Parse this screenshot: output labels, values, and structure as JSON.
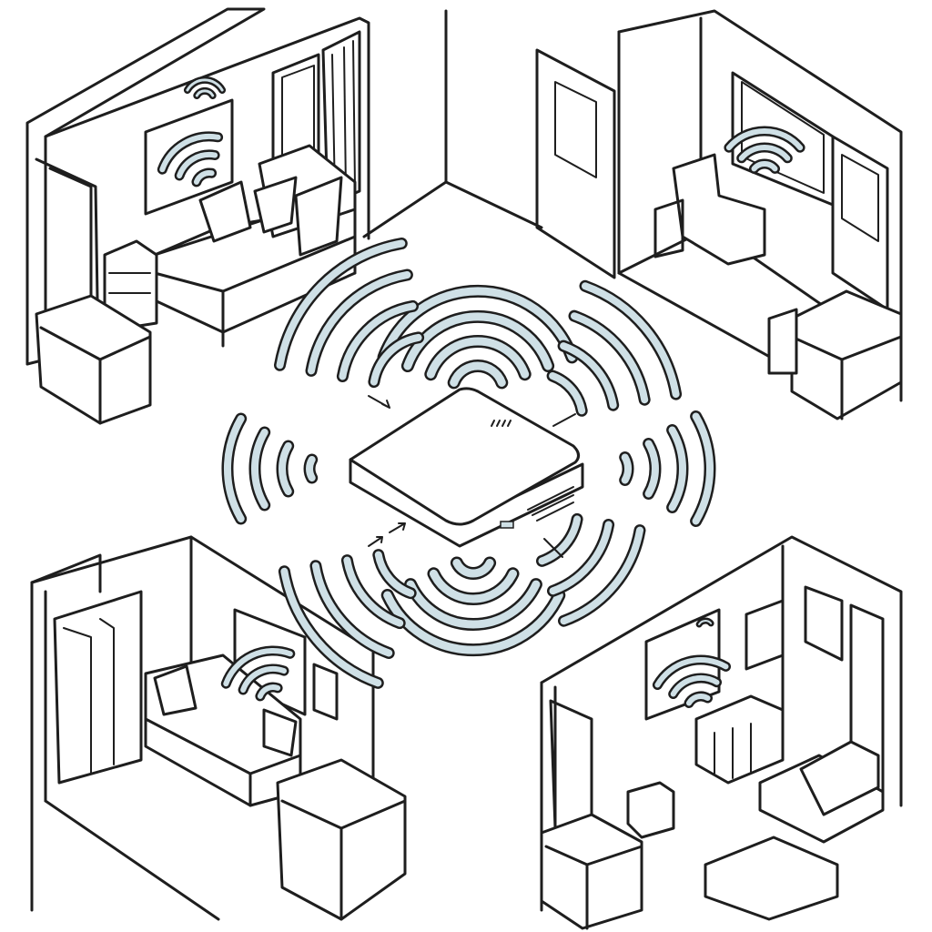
{
  "colors": {
    "line": "#1e1e1e",
    "signal_fill": "#cfe0e6",
    "signal_fill_light": "#e3eef2",
    "background": "#ffffff"
  },
  "icons": [
    "router-icon",
    "wifi-signal-icon",
    "arrow-icon"
  ],
  "rooms": [
    "bedroom-top-left",
    "room-top-right",
    "living-room-bottom-left",
    "room-bottom-right"
  ]
}
